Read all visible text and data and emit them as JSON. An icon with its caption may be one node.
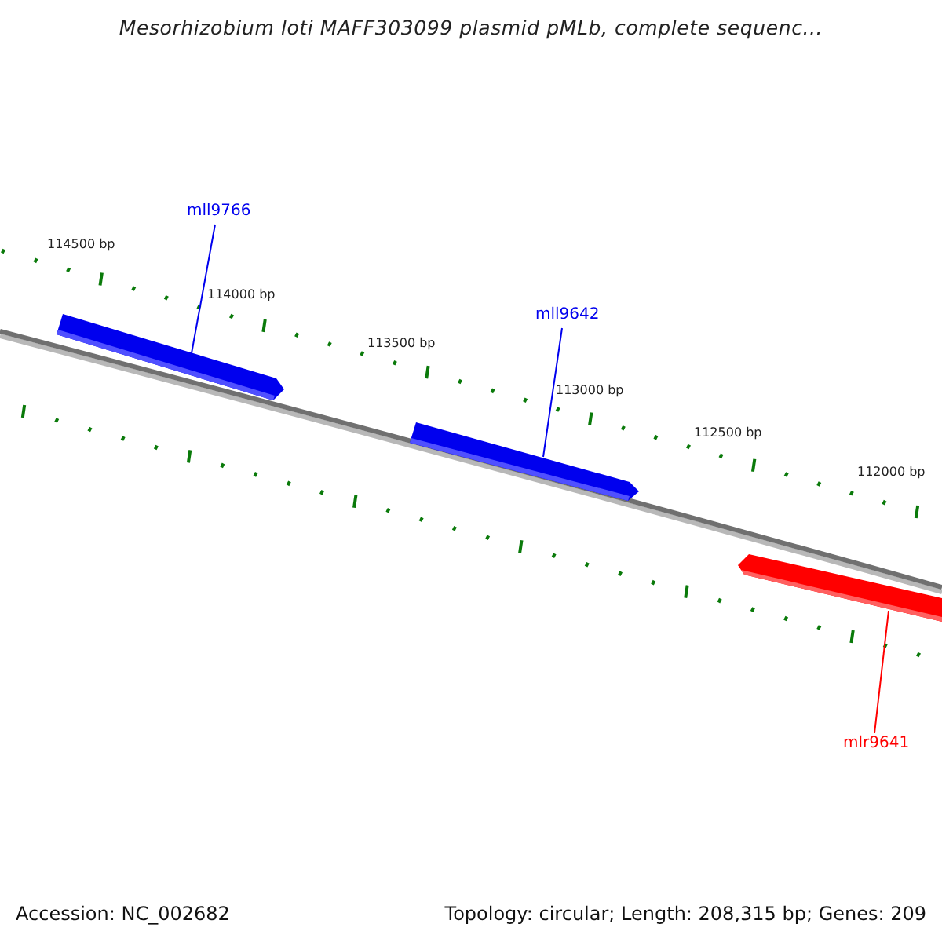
{
  "diagram": {
    "title": "Mesorhizobium loti MAFF303099 plasmid pMLb, complete sequenc...",
    "nodes": [
      {
        "text": [
          "mll9766"
        ]
      },
      {
        "text": [],
        "shape": "bar"
      },
      {
        "text": [
          "mll9642"
        ]
      },
      {
        "text": [],
        "shape": "bar"
      },
      {
        "text": [],
        "shape": "bar"
      },
      {
        "text": [
          "mlr9641"
        ]
      }
    ],
    "edges": [
      {
        "from": 0,
        "to": 1,
        "arrow": "none"
      },
      {
        "from": 2,
        "to": 3,
        "arrow": "none"
      },
      {
        "from": 5,
        "to": 4,
        "arrow": "none",
        "color": "#ff0000"
      }
    ],
    "labels": [
      "114500 bp",
      "114000 bp",
      "113500 bp",
      "113000 bp",
      "112500 bp",
      "112000 bp",
      "Accession: NC_002682",
      "Topology: circular; Length: 208,315 bp; Genes: 209"
    ]
  }
}
